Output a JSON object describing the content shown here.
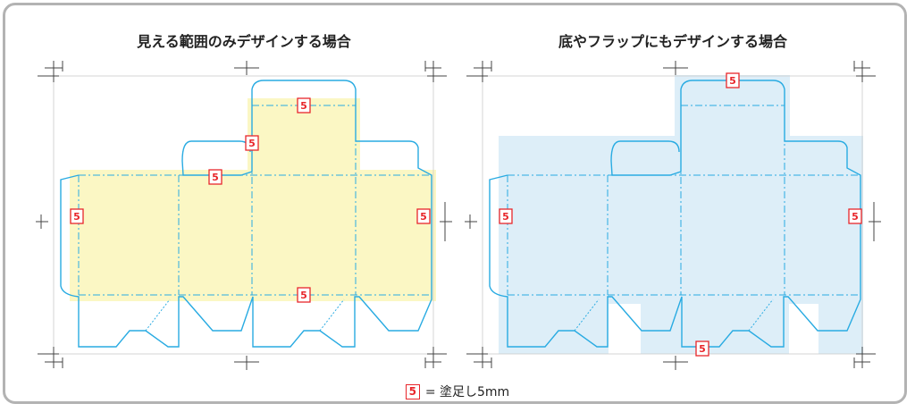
{
  "left_panel": {
    "title": "見える範囲のみデザインする場合"
  },
  "right_panel": {
    "title": "底やフラップにもデザインする場合"
  },
  "bleed_badge": "5",
  "legend": {
    "badge": "5",
    "text": "= 塗足し5mm"
  },
  "colors": {
    "frame": "#b3b3b3",
    "dieline": "#29abe2",
    "bleed_area_left": "#fbf7c4",
    "bleed_area_right": "#ddeef8",
    "badge": "#e8262b",
    "trim_marks": "#444444"
  }
}
